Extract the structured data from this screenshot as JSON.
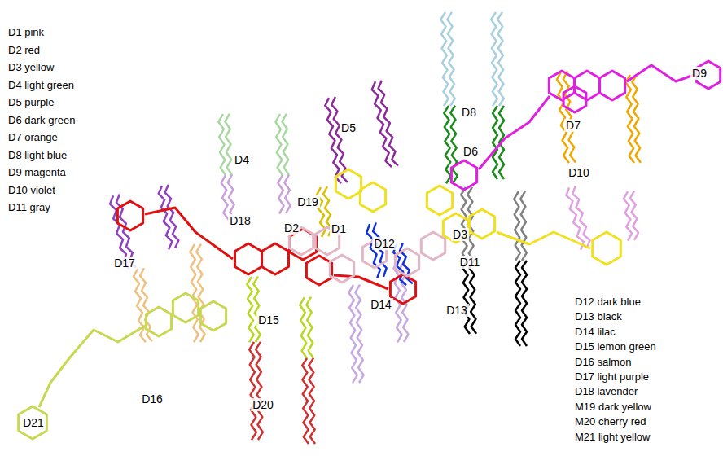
{
  "diagram": {
    "labels": [
      "D9",
      "D8",
      "D5",
      "D7",
      "D6",
      "D4",
      "D10",
      "D19",
      "D18",
      "D2",
      "D1",
      "D3",
      "D12",
      "D17",
      "D11",
      "D14",
      "D13",
      "D15",
      "D16",
      "D20",
      "D21"
    ],
    "legend": [
      {
        "text": "D1 pink"
      },
      {
        "text": "D2 red"
      },
      {
        "text": "D3 yellow"
      },
      {
        "text": "D4 light green"
      },
      {
        "text": "D5 purple"
      },
      {
        "text": "D6 dark green"
      },
      {
        "text": "D7 orange"
      },
      {
        "text": "D8 light blue"
      },
      {
        "text": "D9 magenta"
      },
      {
        "text": "D10 violet"
      },
      {
        "text": "D11 gray"
      },
      {
        "text": "D12 dark blue"
      },
      {
        "text": "D13 black"
      },
      {
        "text": "D14 lilac"
      },
      {
        "text": "D15 lemon green"
      },
      {
        "text": "D16 salmon"
      },
      {
        "text": "D17 light purple"
      },
      {
        "text": "D18 lavender"
      },
      {
        "text": "M19 dark yellow"
      },
      {
        "text": "M20 cherry red"
      },
      {
        "text": "M21 light yellow"
      }
    ]
  }
}
